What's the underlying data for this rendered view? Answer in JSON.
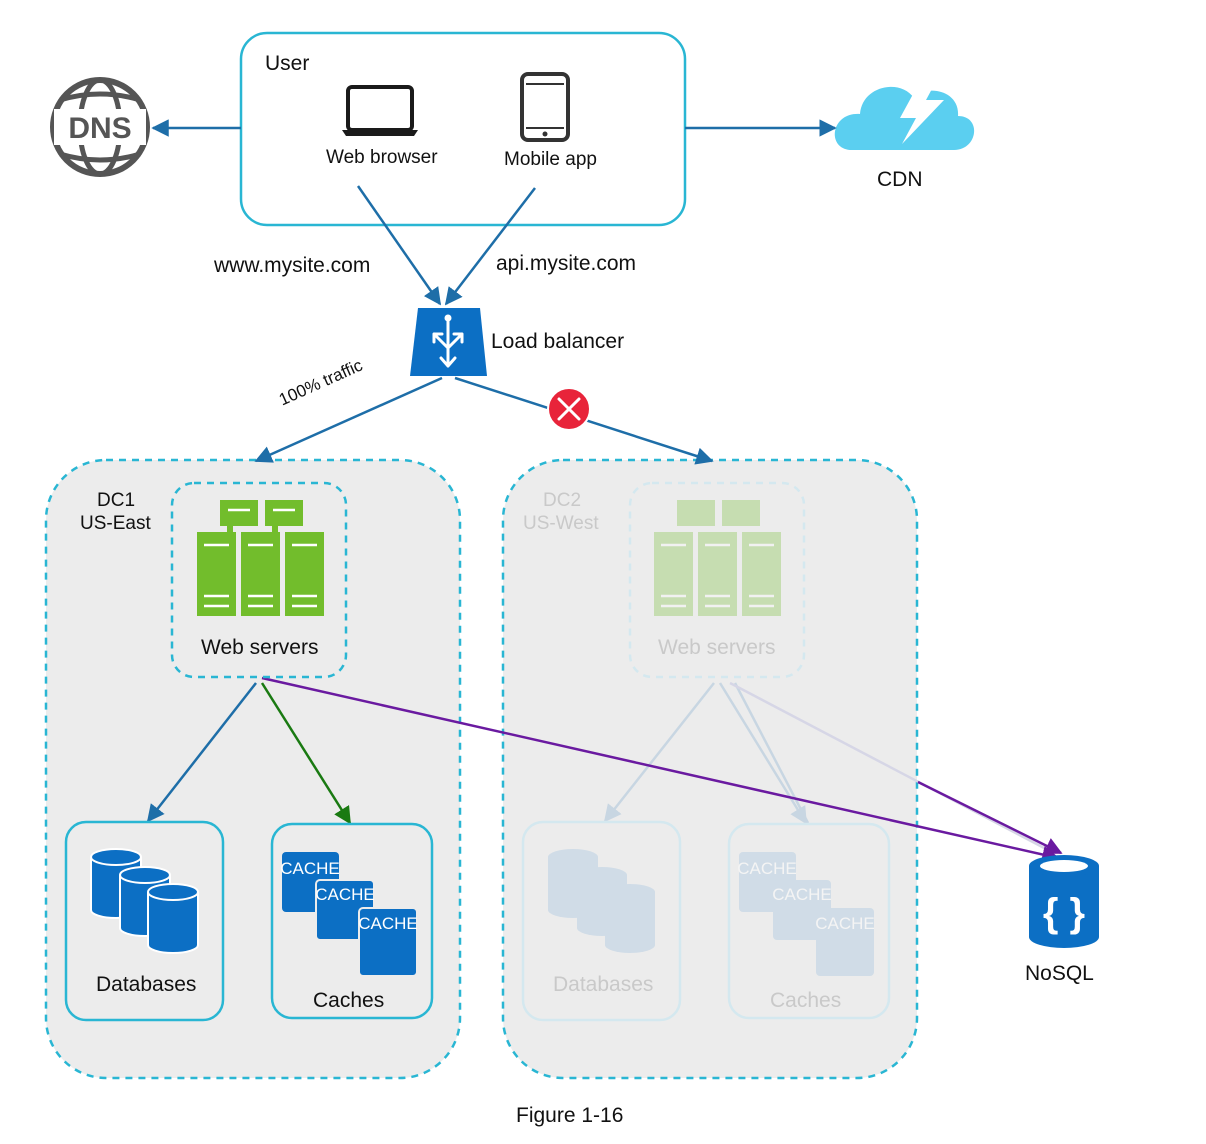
{
  "user_box": {
    "title": "User",
    "web_browser": "Web browser",
    "mobile_app": "Mobile app"
  },
  "dns": {
    "label": "DNS"
  },
  "cdn": {
    "label": "CDN"
  },
  "domains": {
    "web": "www.mysite.com",
    "api": "api.mysite.com"
  },
  "load_balancer": {
    "label": "Load balancer"
  },
  "traffic": {
    "label": "100% traffic"
  },
  "dc1": {
    "name": "DC1",
    "region": "US-East",
    "web_servers": "Web servers",
    "databases": "Databases",
    "caches": "Caches",
    "state": "active"
  },
  "dc2": {
    "name": "DC2",
    "region": "US-West",
    "web_servers": "Web servers",
    "databases": "Databases",
    "caches": "Caches",
    "state": "offline"
  },
  "cache_label": "CACHE",
  "nosql": {
    "label": "NoSQL"
  },
  "caption": "Figure 1-16",
  "colors": {
    "teal": "#29b6d3",
    "arrow_blue": "#1e6ea8",
    "arrow_green": "#1a7a12",
    "arrow_purple": "#6a1aa0",
    "icon_blue": "#0c6fc4",
    "server_green": "#72bd2c",
    "dc_fill": "#ececec",
    "error_red": "#e8243a",
    "cdn_cyan": "#5bcff0",
    "dns_gray": "#555555"
  },
  "icons": [
    "dns-globe-icon",
    "laptop-icon",
    "phone-icon",
    "cdn-cloud-icon",
    "load-balancer-icon",
    "error-x-icon",
    "server-rack-icon",
    "database-icon",
    "cache-icon",
    "nosql-icon"
  ]
}
